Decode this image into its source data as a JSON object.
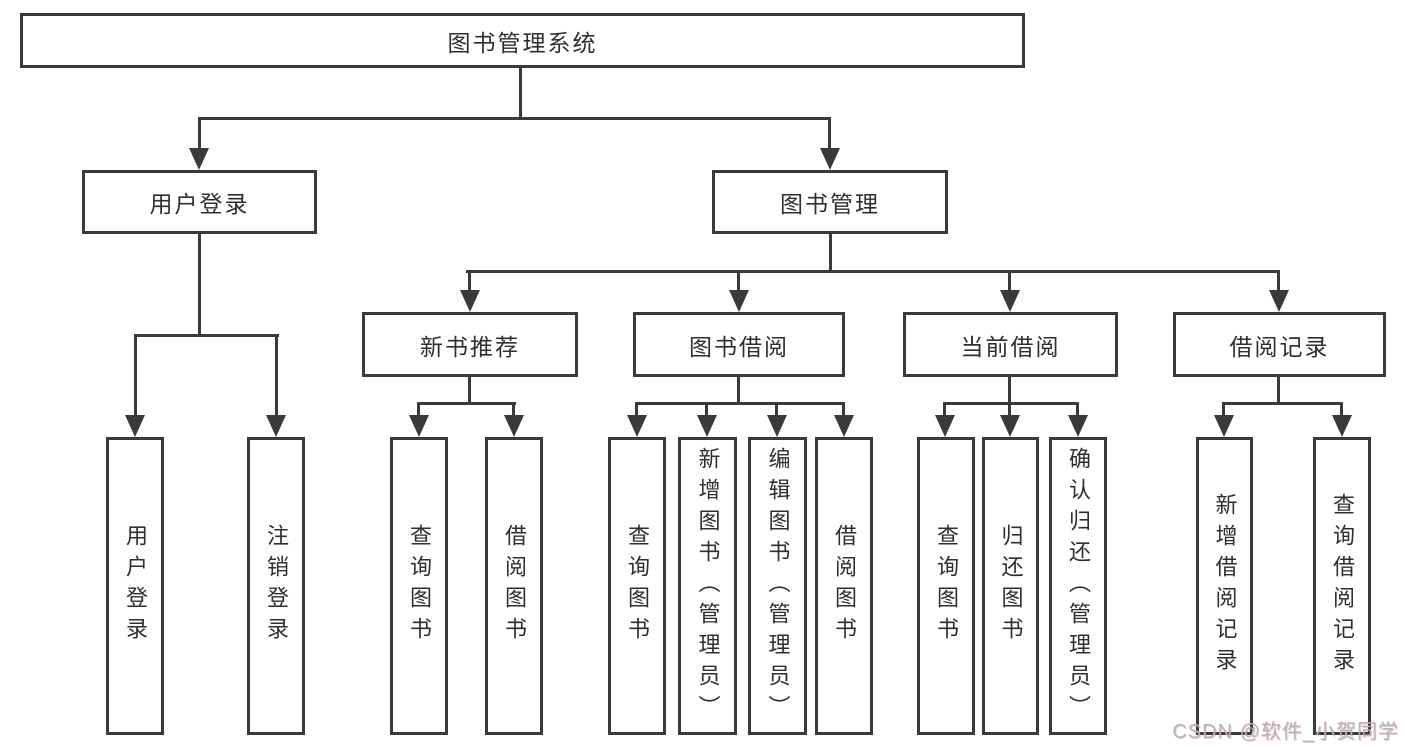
{
  "diagram": {
    "root": {
      "label": "图书管理系统"
    },
    "level2": [
      {
        "label": "用户登录",
        "children": [
          {
            "label": "用户登录"
          },
          {
            "label": "注销登录"
          }
        ]
      },
      {
        "label": "图书管理",
        "children": [
          {
            "label": "新书推荐",
            "children": [
              {
                "label": "查询图书"
              },
              {
                "label": "借阅图书"
              }
            ]
          },
          {
            "label": "图书借阅",
            "children": [
              {
                "label": "查询图书"
              },
              {
                "label": "新增图书（管理员）"
              },
              {
                "label": "编辑图书（管理员）"
              },
              {
                "label": "借阅图书"
              }
            ]
          },
          {
            "label": "当前借阅",
            "children": [
              {
                "label": "查询图书"
              },
              {
                "label": "归还图书"
              },
              {
                "label": "确认归还（管理员）"
              }
            ]
          },
          {
            "label": "借阅记录",
            "children": [
              {
                "label": "新增借阅记录"
              },
              {
                "label": "查询借阅记录"
              }
            ]
          }
        ]
      }
    ]
  },
  "colors": {
    "line": "#3a3a3a",
    "text": "#2f2f2f",
    "watermark": "#b4b4ba"
  },
  "watermark": {
    "text": "CSDN @软件_小贺同学"
  }
}
